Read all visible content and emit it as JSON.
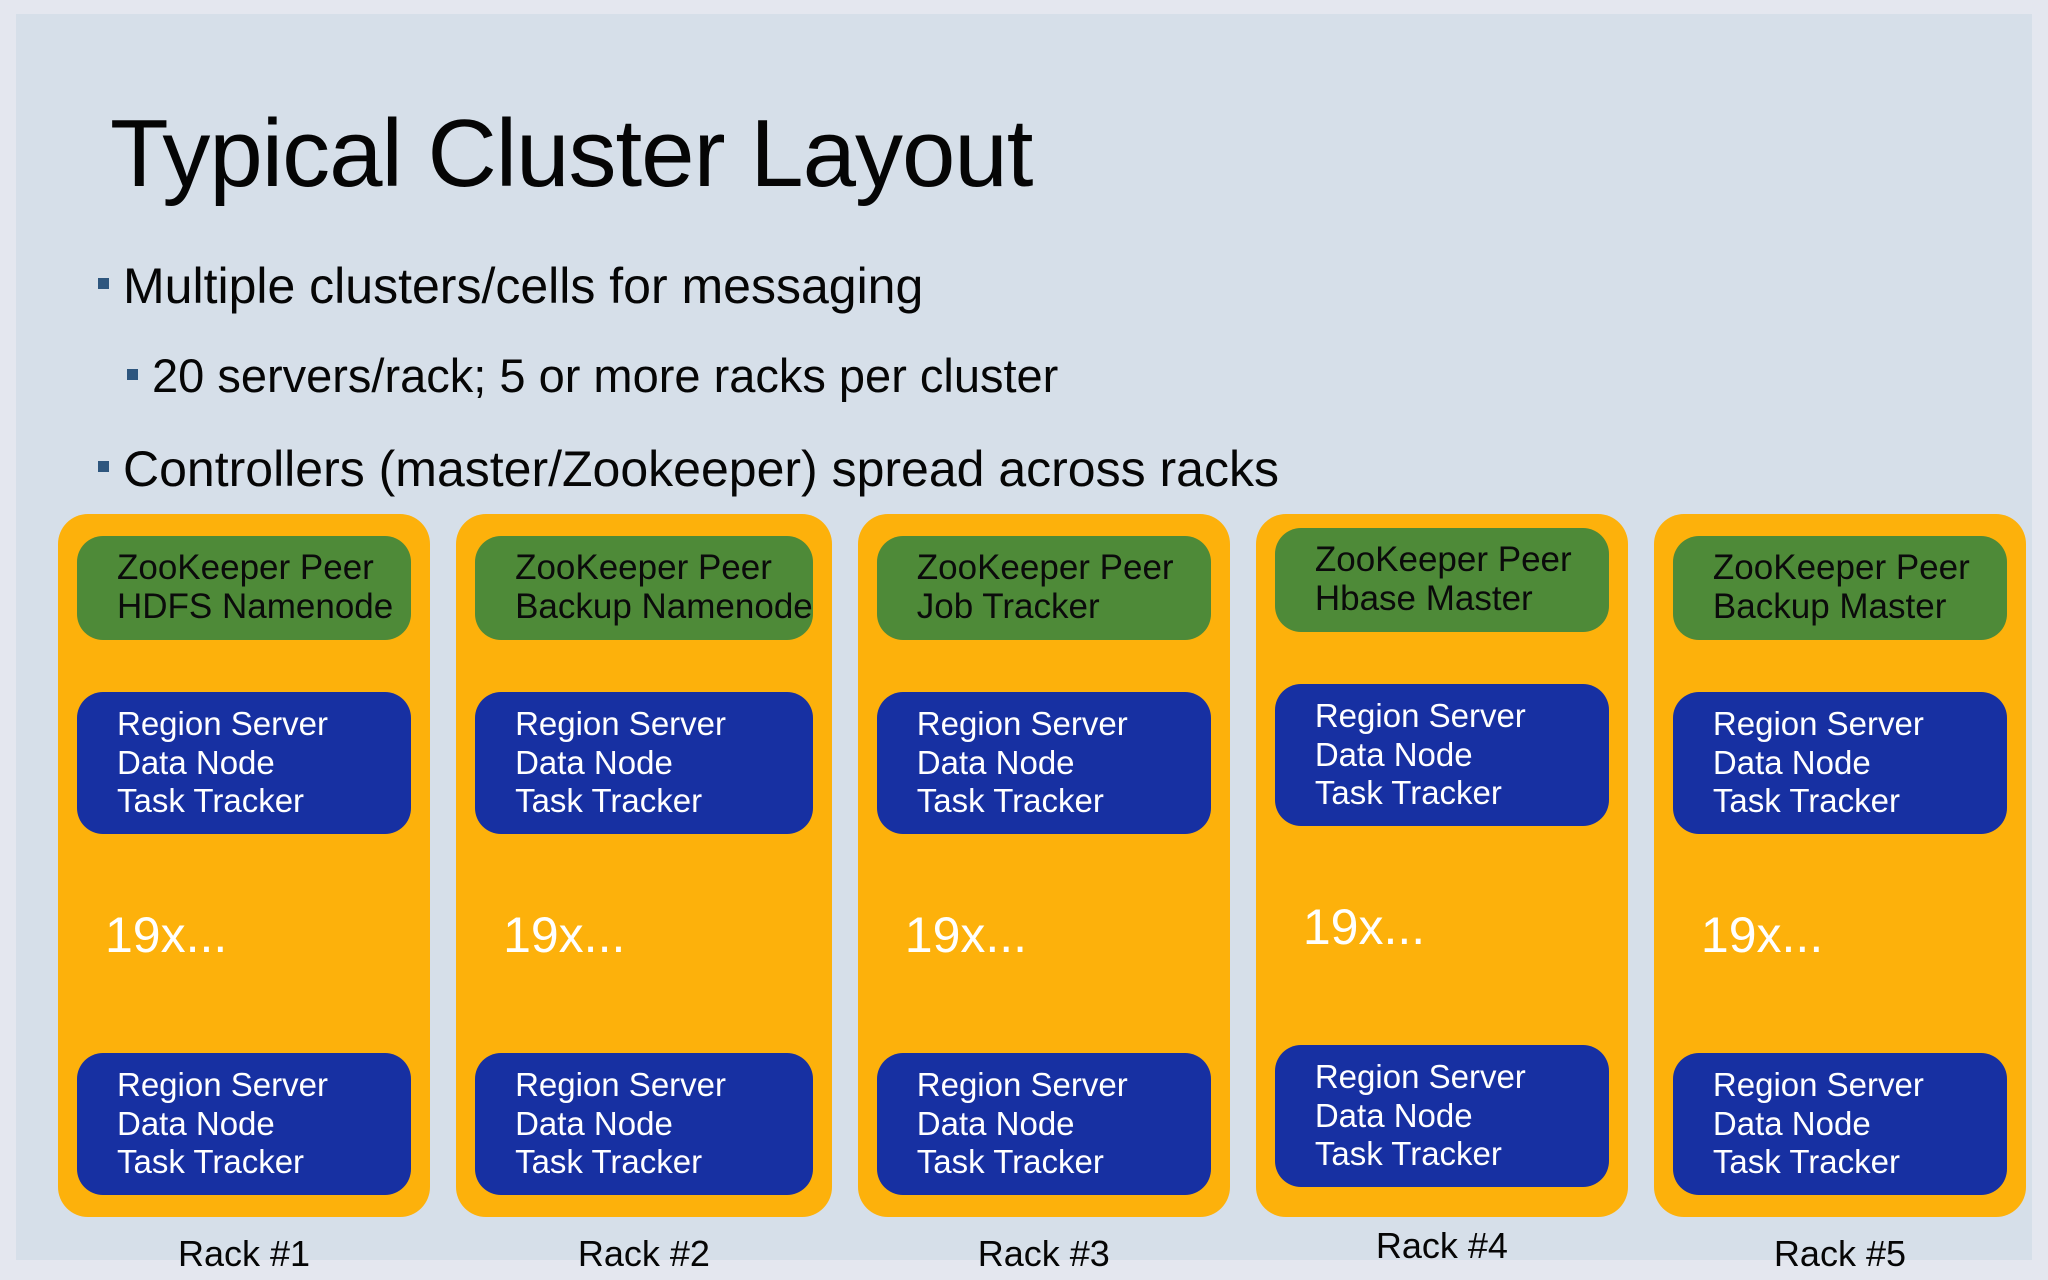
{
  "colors": {
    "outer_bg": "#E4E7EF",
    "slide_bg": "#D6DFE9",
    "rack_orange": "#FDB10B",
    "controller_green": "#4E8A38",
    "server_blue": "#1730A2",
    "bullet_marker": "#2E567E",
    "text_dark": "#0A0A0A",
    "text_light": "#FFFFFF"
  },
  "slide": {
    "title": "Typical Cluster Layout",
    "bullets": [
      {
        "level": 1,
        "text": "Multiple clusters/cells for messaging"
      },
      {
        "level": 2,
        "text": "20 servers/rack; 5 or more racks per cluster"
      },
      {
        "level": 1,
        "text": "Controllers (master/Zookeeper) spread across racks"
      }
    ],
    "server_box_lines": [
      "Region Server",
      "Data Node",
      "Task Tracker"
    ],
    "more_text": "19x...",
    "racks": [
      {
        "label": "Rack #1",
        "controller_lines": [
          "ZooKeeper Peer",
          "HDFS Namenode"
        ]
      },
      {
        "label": "Rack #2",
        "controller_lines": [
          "ZooKeeper Peer",
          "Backup Namenode"
        ]
      },
      {
        "label": "Rack #3",
        "controller_lines": [
          "ZooKeeper Peer",
          "Job Tracker"
        ]
      },
      {
        "label": "Rack #4",
        "controller_lines": [
          "ZooKeeper Peer",
          "Hbase Master"
        ]
      },
      {
        "label": "Rack #5",
        "controller_lines": [
          "ZooKeeper Peer",
          "Backup Master"
        ]
      }
    ]
  }
}
